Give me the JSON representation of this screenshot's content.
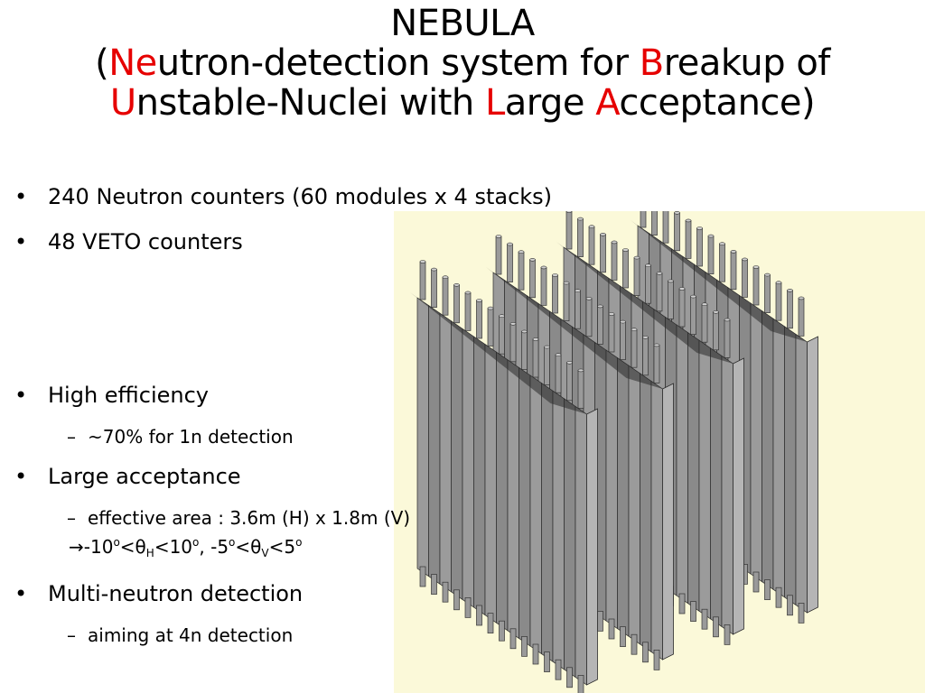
{
  "slide": {
    "title": "NEBULA",
    "subtitle_line1": [
      {
        "text": "(",
        "red": false
      },
      {
        "text": "Ne",
        "red": true
      },
      {
        "text": "utron-detection system for ",
        "red": false
      },
      {
        "text": "B",
        "red": true
      },
      {
        "text": "reakup of",
        "red": false
      }
    ],
    "subtitle_line2": [
      {
        "text": "U",
        "red": true
      },
      {
        "text": "nstable-Nuclei with ",
        "red": false
      },
      {
        "text": "L",
        "red": true
      },
      {
        "text": "arge ",
        "red": false
      },
      {
        "text": "A",
        "red": true
      },
      {
        "text": "cceptance)",
        "red": false
      }
    ]
  },
  "bullets": {
    "b1": "240 Neutron counters (60 modules x 4 stacks)",
    "b2": "48 VETO counters",
    "b3": "High efficiency",
    "b3_sub": "~70% for 1n detection",
    "b4": "Large acceptance",
    "b4_sub": "effective area : 3.6m (H) x 1.8m (V)",
    "b5": "Multi-neutron detection",
    "b5_sub": "aiming at 4n detection",
    "bullet_glyph": "•",
    "dash_glyph": "–"
  },
  "formula": {
    "arrow": "→",
    "p1": "-10",
    "p2": "<",
    "theta": "θ",
    "p3": "<10",
    "p4": ", -5",
    "p5": "<",
    "p6": "<5",
    "deg": "o",
    "h": "H",
    "v": "V"
  },
  "colors": {
    "accent_red": "#e60000",
    "figure_bg": "#fbf9d9"
  },
  "figure": {
    "description_icon": "detector-array-illustration",
    "stacks": 4
  }
}
